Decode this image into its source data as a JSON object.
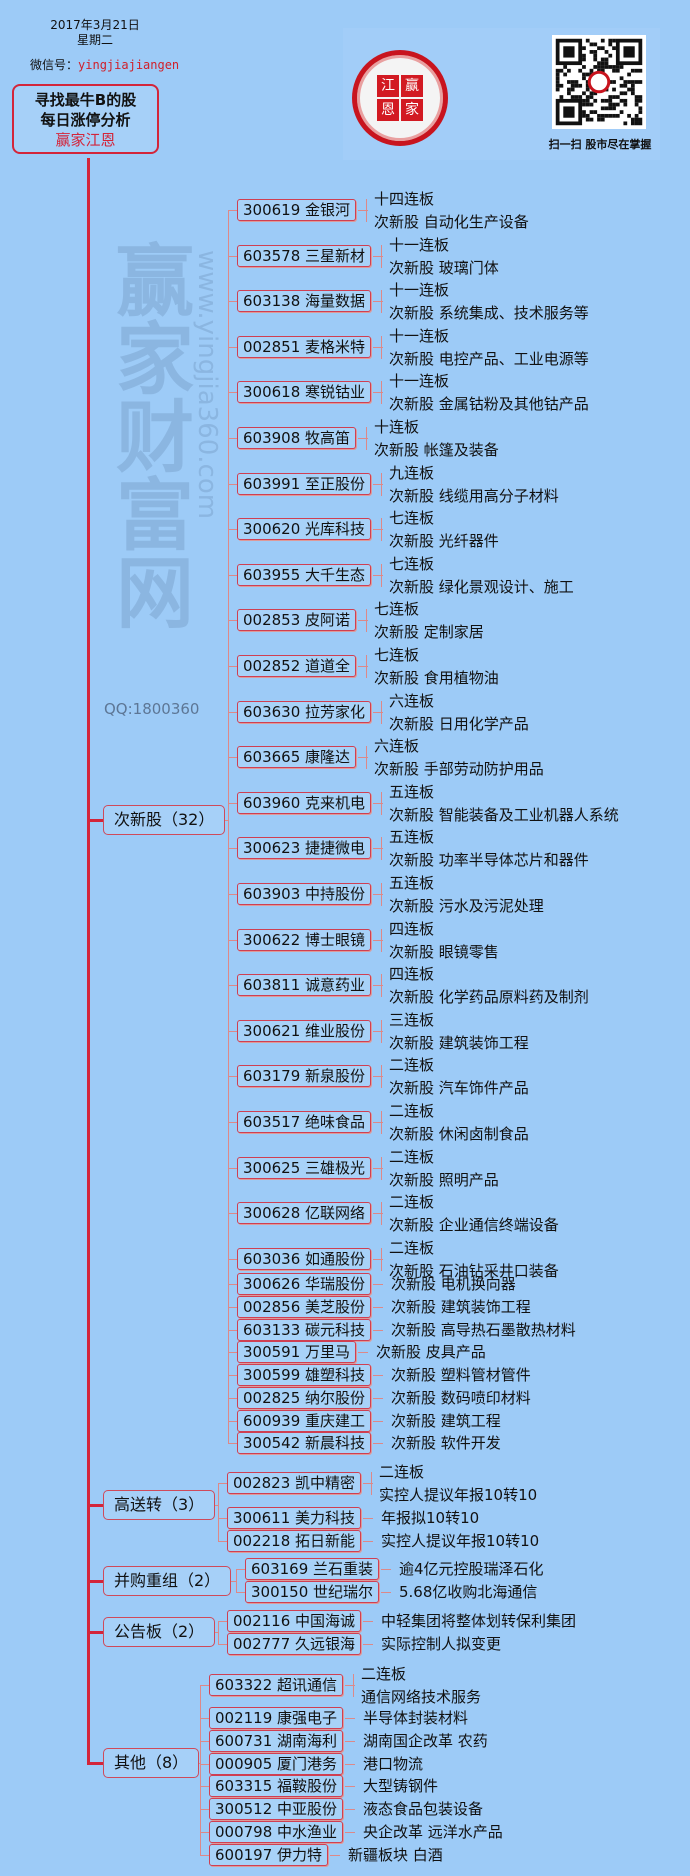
{
  "header": {
    "date": "2017年3月21日",
    "weekday": "星期二",
    "wechat_label": "微信号：",
    "wechat_id": "yingjiajiangen"
  },
  "root": {
    "line1": "寻找最牛B的股",
    "line2": "每日涨停分析",
    "brand": "赢家江恩"
  },
  "logo": {
    "seal_chars": [
      "江",
      "赢",
      "恩",
      "家"
    ],
    "qr_caption": "扫一扫  股市尽在掌握"
  },
  "watermark": {
    "main": "赢家财富网",
    "url": "www.yingjia360.com",
    "qq": "QQ:1800360"
  },
  "colors": {
    "background": "#9dcbf7",
    "accent": "#d3253a"
  },
  "sections": [
    {
      "label": "次新股（32）",
      "items": [
        {
          "stock": "300619  金银河",
          "lines": [
            "十四连板",
            "次新股  自动化生产设备"
          ]
        },
        {
          "stock": "603578  三星新材",
          "lines": [
            "十一连板",
            "次新股  玻璃门体"
          ]
        },
        {
          "stock": "603138  海量数据",
          "lines": [
            "十一连板",
            "次新股  系统集成、技术服务等"
          ]
        },
        {
          "stock": "002851  麦格米特",
          "lines": [
            "十一连板",
            "次新股  电控产品、工业电源等"
          ]
        },
        {
          "stock": "300618  寒锐钴业",
          "lines": [
            "十一连板",
            "次新股  金属钴粉及其他钴产品"
          ]
        },
        {
          "stock": "603908  牧高笛",
          "lines": [
            "十连板",
            "次新股  帐篷及装备"
          ]
        },
        {
          "stock": "603991  至正股份",
          "lines": [
            "九连板",
            "次新股  线缆用高分子材料"
          ]
        },
        {
          "stock": "300620  光库科技",
          "lines": [
            "七连板",
            "次新股  光纤器件"
          ]
        },
        {
          "stock": "603955  大千生态",
          "lines": [
            "七连板",
            "次新股  绿化景观设计、施工"
          ]
        },
        {
          "stock": "002853  皮阿诺",
          "lines": [
            "七连板",
            "次新股  定制家居"
          ]
        },
        {
          "stock": "002852  道道全",
          "lines": [
            "七连板",
            "次新股  食用植物油"
          ]
        },
        {
          "stock": "603630  拉芳家化",
          "lines": [
            "六连板",
            "次新股  日用化学产品"
          ]
        },
        {
          "stock": "603665  康隆达",
          "lines": [
            "六连板",
            "次新股  手部劳动防护用品"
          ]
        },
        {
          "stock": "603960  克来机电",
          "lines": [
            "五连板",
            "次新股  智能装备及工业机器人系统"
          ]
        },
        {
          "stock": "300623  捷捷微电",
          "lines": [
            "五连板",
            "次新股  功率半导体芯片和器件"
          ]
        },
        {
          "stock": "603903  中持股份",
          "lines": [
            "五连板",
            "次新股  污水及污泥处理"
          ]
        },
        {
          "stock": "300622  博士眼镜",
          "lines": [
            "四连板",
            "次新股  眼镜零售"
          ]
        },
        {
          "stock": "603811  诚意药业",
          "lines": [
            "四连板",
            "次新股  化学药品原料药及制剂"
          ]
        },
        {
          "stock": "300621  维业股份",
          "lines": [
            "三连板",
            "次新股  建筑装饰工程"
          ]
        },
        {
          "stock": "603179  新泉股份",
          "lines": [
            "二连板",
            "次新股  汽车饰件产品"
          ]
        },
        {
          "stock": "603517  绝味食品",
          "lines": [
            "二连板",
            "次新股  休闲卤制食品"
          ]
        },
        {
          "stock": "300625  三雄极光",
          "lines": [
            "二连板",
            "次新股  照明产品"
          ]
        },
        {
          "stock": "300628  亿联网络",
          "lines": [
            "二连板",
            "次新股  企业通信终端设备"
          ]
        },
        {
          "stock": "603036  如通股份",
          "lines": [
            "二连板",
            "次新股  石油钻采井口装备"
          ]
        },
        {
          "stock": "300626  华瑞股份",
          "lines": [
            "次新股  电机换向器"
          ]
        },
        {
          "stock": "002856  美芝股份",
          "lines": [
            "次新股  建筑装饰工程"
          ]
        },
        {
          "stock": "603133  碳元科技",
          "lines": [
            "次新股  高导热石墨散热材料"
          ]
        },
        {
          "stock": "300591  万里马",
          "lines": [
            "次新股  皮具产品"
          ]
        },
        {
          "stock": "300599  雄塑科技",
          "lines": [
            "次新股  塑料管材管件"
          ]
        },
        {
          "stock": "002825  纳尔股份",
          "lines": [
            "次新股  数码喷印材料"
          ]
        },
        {
          "stock": "600939  重庆建工",
          "lines": [
            "次新股  建筑工程"
          ]
        },
        {
          "stock": "300542  新晨科技",
          "lines": [
            "次新股  软件开发"
          ]
        }
      ]
    },
    {
      "label": "高送转（3）",
      "items": [
        {
          "stock": "002823  凯中精密",
          "lines": [
            "二连板",
            "实控人提议年报10转10"
          ]
        },
        {
          "stock": "300611  美力科技",
          "lines": [
            "年报拟10转10"
          ]
        },
        {
          "stock": "002218  拓日新能",
          "lines": [
            "实控人提议年报10转10"
          ]
        }
      ]
    },
    {
      "label": "并购重组（2）",
      "items": [
        {
          "stock": "603169  兰石重装",
          "lines": [
            "逾4亿元控股瑞泽石化"
          ]
        },
        {
          "stock": "300150  世纪瑞尔",
          "lines": [
            "5.68亿收购北海通信"
          ]
        }
      ]
    },
    {
      "label": "公告板（2）",
      "items": [
        {
          "stock": "002116  中国海诚",
          "lines": [
            "中轻集团将整体划转保利集团"
          ]
        },
        {
          "stock": "002777  久远银海",
          "lines": [
            "实际控制人拟变更"
          ]
        }
      ]
    },
    {
      "label": "其他（8）",
      "items": [
        {
          "stock": "603322  超讯通信",
          "lines": [
            "二连板",
            "通信网络技术服务"
          ]
        },
        {
          "stock": "002119  康强电子",
          "lines": [
            "半导体封装材料"
          ]
        },
        {
          "stock": "600731  湖南海利",
          "lines": [
            "湖南国企改革  农药"
          ]
        },
        {
          "stock": "000905  厦门港务",
          "lines": [
            "港口物流"
          ]
        },
        {
          "stock": "603315  福鞍股份",
          "lines": [
            "大型铸钢件"
          ]
        },
        {
          "stock": "300512  中亚股份",
          "lines": [
            "液态食品包装设备"
          ]
        },
        {
          "stock": "000798  中水渔业",
          "lines": [
            "央企改革  远洋水产品"
          ]
        },
        {
          "stock": "600197  伊力特",
          "lines": [
            "新疆板块  白酒"
          ]
        }
      ]
    }
  ]
}
